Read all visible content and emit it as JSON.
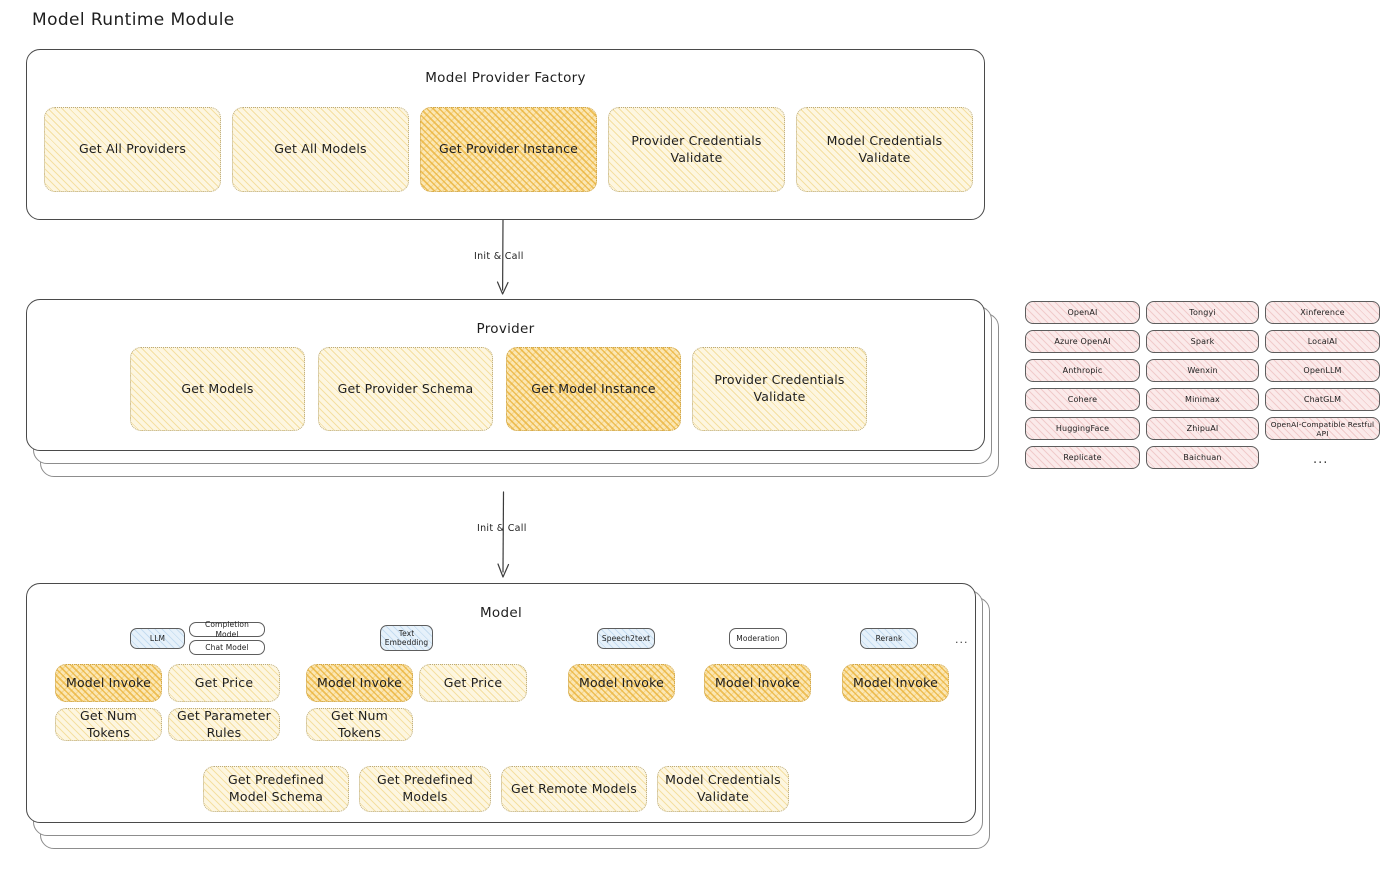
{
  "page": {
    "title": "Model Runtime Module",
    "background": "#ffffff",
    "accent_yellow": "#fdf6e0",
    "accent_orange": "#fbe7b4",
    "accent_pink": "#fbeaea",
    "accent_blue": "#e6f1fa",
    "stroke": "#1e1e1e"
  },
  "factory": {
    "title": "Model Provider Factory",
    "methods": [
      {
        "label": "Get All Providers",
        "highlight": false
      },
      {
        "label": "Get All Models",
        "highlight": false
      },
      {
        "label": "Get Provider Instance",
        "highlight": true
      },
      {
        "label": "Provider Credentials Validate",
        "highlight": false
      },
      {
        "label": "Model Credentials Validate",
        "highlight": false
      }
    ]
  },
  "arrows": {
    "factory_to_provider": "Init & Call",
    "provider_to_model": "Init & Call"
  },
  "provider": {
    "title": "Provider",
    "methods": [
      {
        "label": "Get Models",
        "highlight": false
      },
      {
        "label": "Get Provider Schema",
        "highlight": false
      },
      {
        "label": "Get Model Instance",
        "highlight": true
      },
      {
        "label": "Provider Credentials Validate",
        "highlight": false
      }
    ]
  },
  "provider_list": {
    "ellipsis": "...",
    "columns": [
      {
        "items": [
          "OpenAI",
          "Azure OpenAI",
          "Anthropic",
          "Cohere",
          "HuggingFace",
          "Replicate"
        ]
      },
      {
        "items": [
          "Tongyi",
          "Spark",
          "Wenxin",
          "Minimax",
          "ZhipuAI",
          "Baichuan"
        ]
      },
      {
        "items": [
          "Xinference",
          "LocalAI",
          "OpenLLM",
          "ChatGLM",
          "OpenAI-Compatible Restful API"
        ]
      }
    ]
  },
  "model": {
    "title": "Model",
    "ellipsis": "...",
    "types": [
      {
        "name": "LLM",
        "subtypes": [
          "Completion Model",
          "Chat Model"
        ],
        "methods": [
          {
            "label": "Model Invoke",
            "highlight": true
          },
          {
            "label": "Get Price",
            "highlight": false
          },
          {
            "label": "Get Num Tokens",
            "highlight": false
          },
          {
            "label": "Get Parameter Rules",
            "highlight": false
          }
        ]
      },
      {
        "name": "Text Embedding",
        "subtypes": [],
        "methods": [
          {
            "label": "Model Invoke",
            "highlight": true
          },
          {
            "label": "Get Price",
            "highlight": false
          },
          {
            "label": "Get Num Tokens",
            "highlight": false
          }
        ]
      },
      {
        "name": "Speech2text",
        "subtypes": [],
        "methods": [
          {
            "label": "Model Invoke",
            "highlight": true
          }
        ]
      },
      {
        "name": "Moderation",
        "subtypes": [],
        "methods": [
          {
            "label": "Model Invoke",
            "highlight": true
          }
        ]
      },
      {
        "name": "Rerank",
        "subtypes": [],
        "methods": [
          {
            "label": "Model Invoke",
            "highlight": true
          }
        ]
      }
    ],
    "shared_methods": [
      {
        "label": "Get Predefined Model Schema",
        "highlight": false
      },
      {
        "label": "Get Predefined Models",
        "highlight": false
      },
      {
        "label": "Get Remote Models",
        "highlight": false
      },
      {
        "label": "Model Credentials Validate",
        "highlight": false
      }
    ]
  }
}
